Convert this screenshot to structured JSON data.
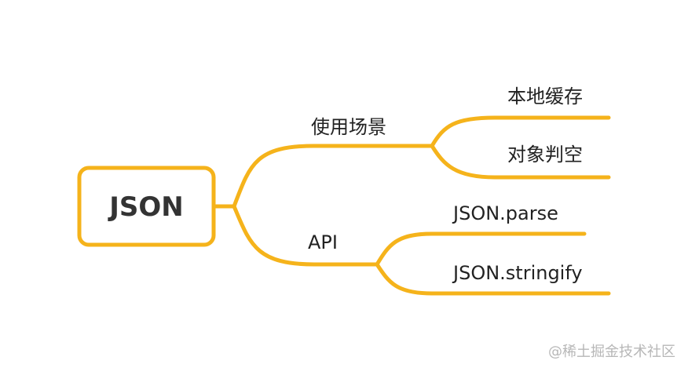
{
  "mindmap": {
    "root": {
      "label": "JSON"
    },
    "branches": [
      {
        "label": "使用场景",
        "children": [
          {
            "label": "本地缓存"
          },
          {
            "label": "对象判空"
          }
        ]
      },
      {
        "label": "API",
        "children": [
          {
            "label": "JSON.parse"
          },
          {
            "label": "JSON.stringify"
          }
        ]
      }
    ]
  },
  "watermark": {
    "text": "@稀土掘金技术社区"
  },
  "colors": {
    "branch": "#F5B31B",
    "text": "#222222",
    "root_text": "#333333",
    "watermark": "#b7b7b7",
    "background": "#ffffff"
  }
}
